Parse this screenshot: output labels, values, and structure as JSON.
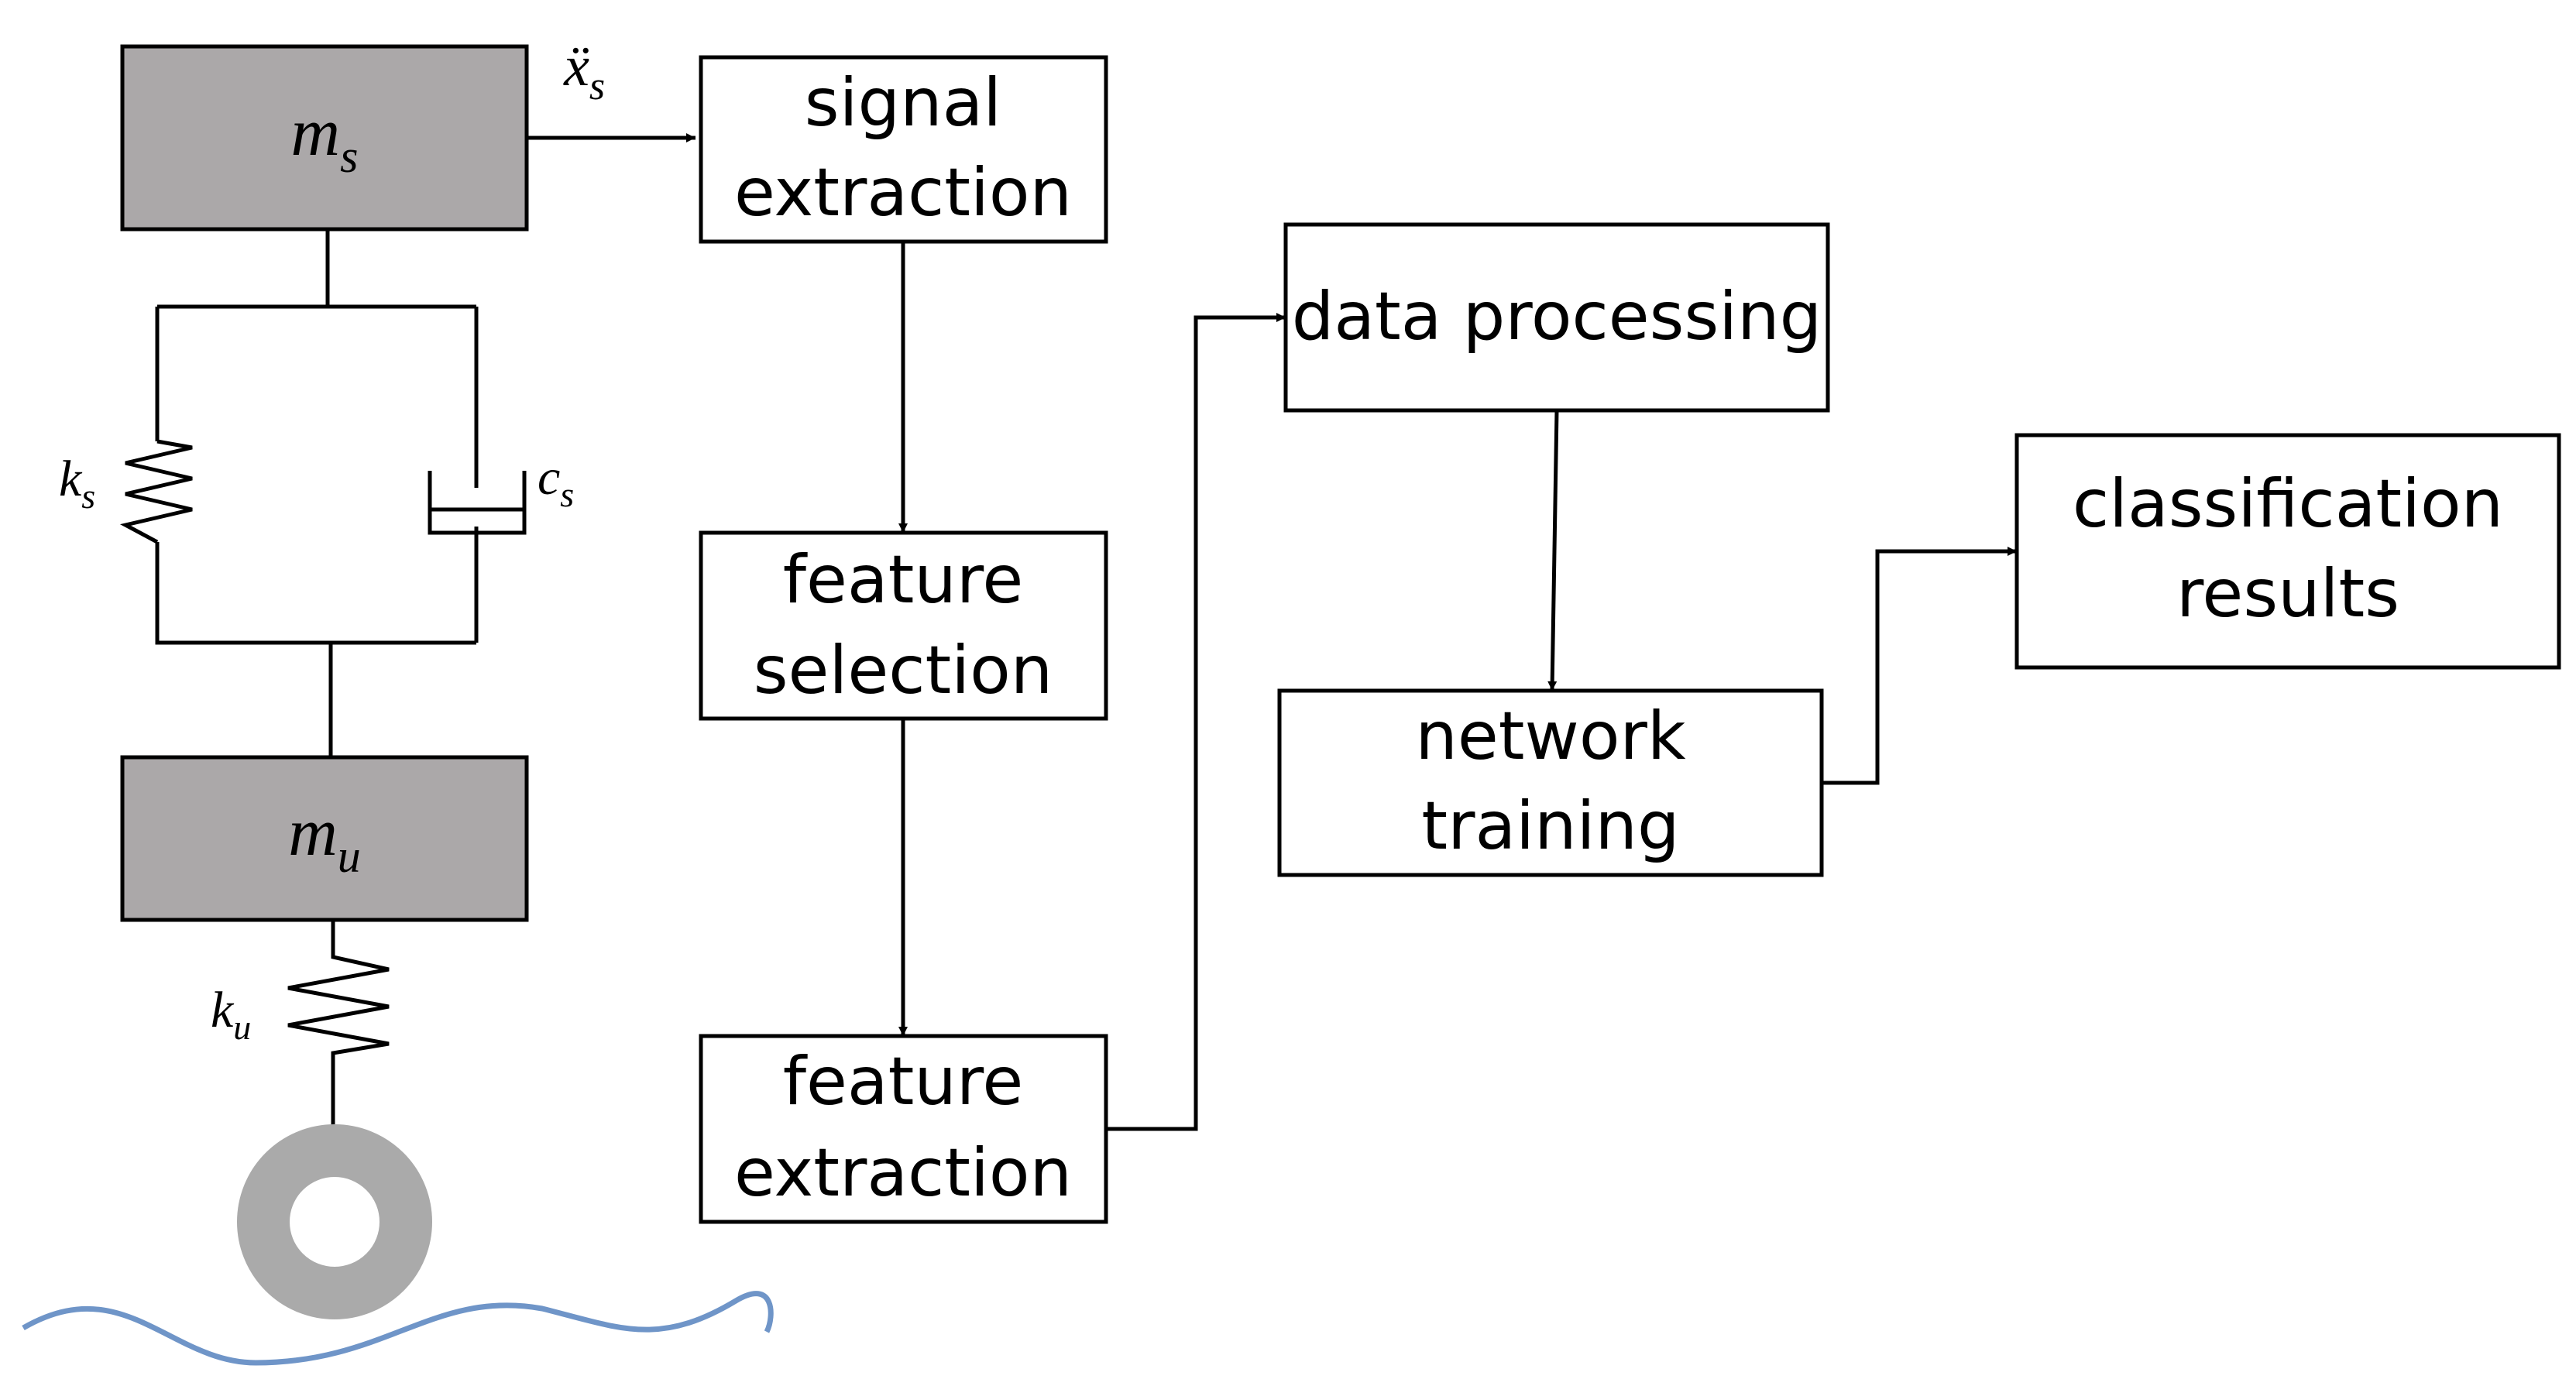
{
  "model": {
    "sprung_mass": {
      "symbol": "m",
      "subscript": "s"
    },
    "unsprung_mass": {
      "symbol": "m",
      "subscript": "u"
    },
    "suspension_spring": {
      "symbol": "k",
      "subscript": "s"
    },
    "damper": {
      "symbol": "c",
      "subscript": "s"
    },
    "tire_spring": {
      "symbol": "k",
      "subscript": "u"
    },
    "signal": {
      "symbol": "ẍ",
      "subscript": "s"
    }
  },
  "steps": {
    "signal_extraction": [
      "signal",
      "extraction"
    ],
    "feature_selection": [
      "feature",
      "selection"
    ],
    "feature_extraction": [
      "feature",
      "extraction"
    ],
    "data_processing": [
      "data processing"
    ],
    "network_training": [
      "network",
      "training"
    ],
    "classification_results": [
      "classification",
      "results"
    ]
  },
  "colors": {
    "mass_fill": "#aba8a9",
    "wheel": "#aaaaaa",
    "road": "#6f95c8",
    "stroke": "#000000"
  }
}
